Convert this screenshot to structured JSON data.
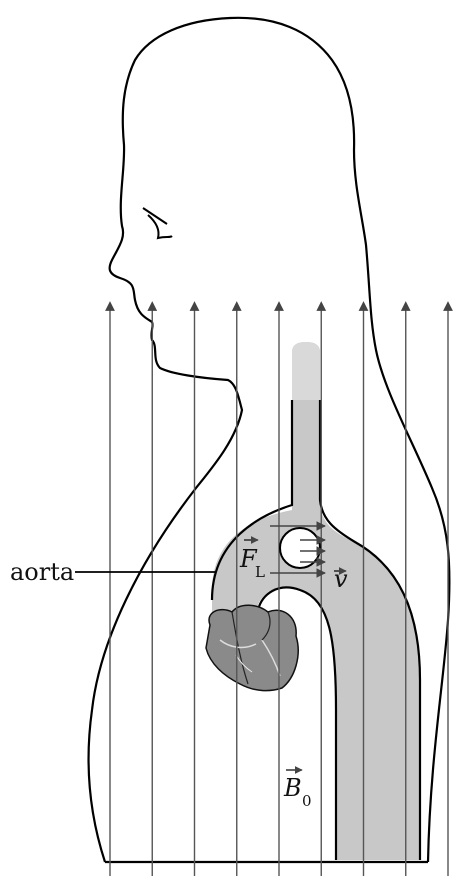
{
  "diagram": {
    "labels": {
      "aorta": "aorta",
      "force_symbol": "F",
      "force_subscript": "L",
      "velocity_symbol": "v",
      "field_symbol": "B",
      "field_subscript": "0"
    },
    "field_line_count": 9,
    "colors": {
      "outline": "#000000",
      "field_line": "#555555",
      "aorta_fill": "#c8c8c8",
      "heart_fill": "#8a8a8a",
      "vessel_top": "#d4d4d4"
    }
  }
}
